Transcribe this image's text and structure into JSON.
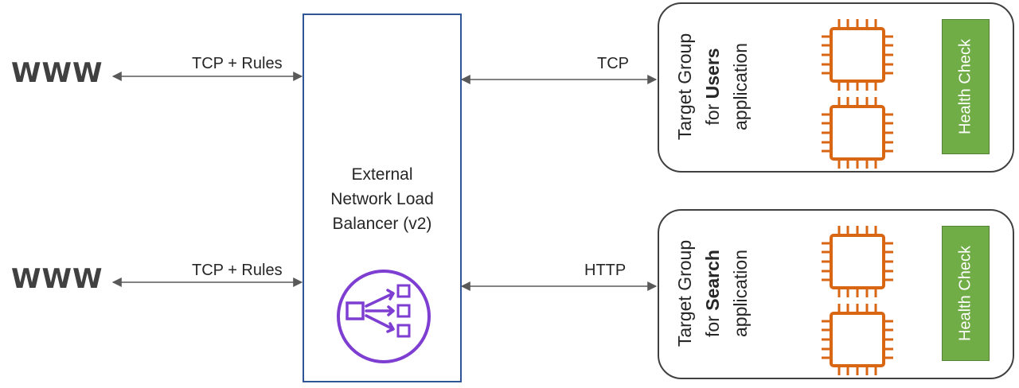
{
  "clients": {
    "top_label": "WWW",
    "bottom_label": "WWW"
  },
  "connections": {
    "client_top": "TCP + Rules",
    "client_bottom": "TCP + Rules",
    "to_users": "TCP",
    "to_search": "HTTP"
  },
  "load_balancer": {
    "title_line1": "External",
    "title_line2": "Network Load",
    "title_line3": "Balancer (v2)",
    "icon": "network-load-balancer-icon",
    "icon_color": "#7d3ed1"
  },
  "target_groups": [
    {
      "line1": "Target Group",
      "line2_prefix": "for ",
      "line2_bold": "Users",
      "line3": "application",
      "instances": 2,
      "health_check": "Health Check"
    },
    {
      "line1": "Target Group",
      "line2_prefix": "for ",
      "line2_bold": "Search",
      "line3": "application",
      "instances": 2,
      "health_check": "Health Check"
    }
  ],
  "colors": {
    "nlb_border": "#2f5597",
    "instance_orange": "#d86613",
    "health_check_green": "#70ad47",
    "text": "#404040"
  }
}
